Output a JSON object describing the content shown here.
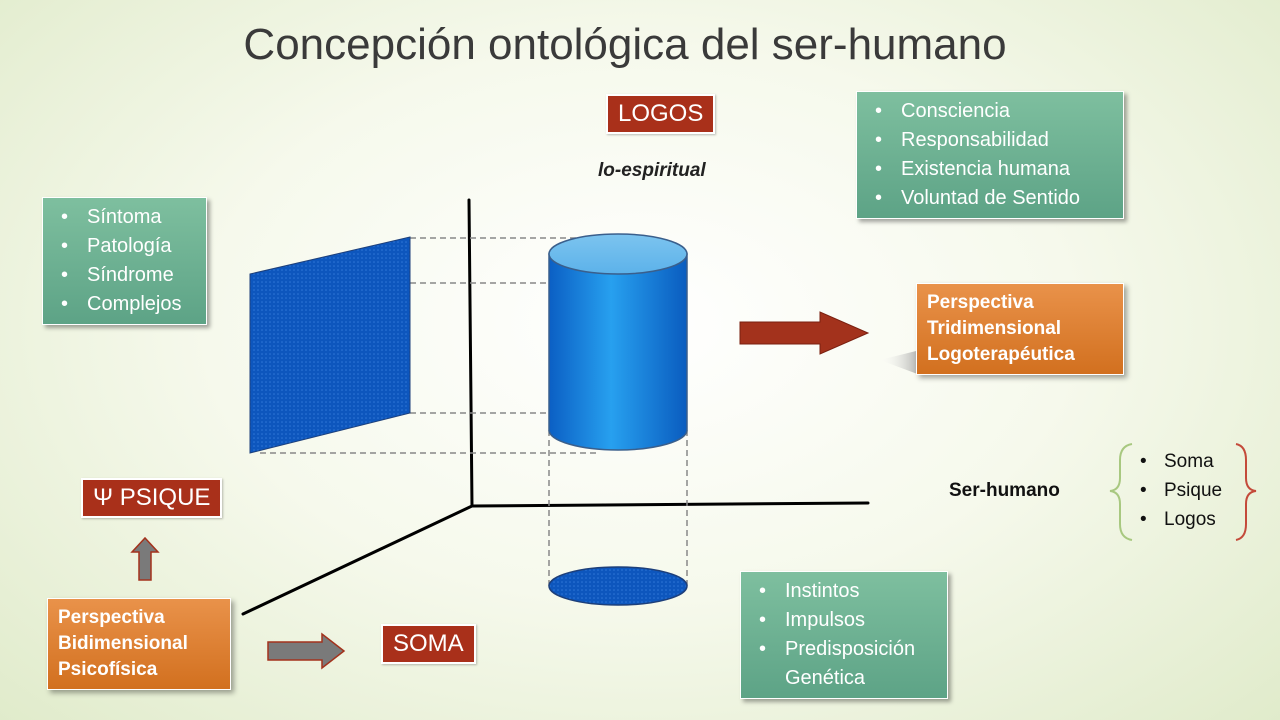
{
  "title": "Concepción ontológica del ser-humano",
  "labels": {
    "logos": "LOGOS",
    "psique": "Ψ PSIQUE",
    "soma": "SOMA",
    "lo_espiritual": "lo-espiritual",
    "ser_humano": "Ser-humano"
  },
  "logos_box": [
    "Consciencia",
    "Responsabilidad",
    "Existencia humana",
    "Voluntad de Sentido"
  ],
  "psique_box": [
    "Síntoma",
    "Patología",
    "Síndrome",
    "Complejos"
  ],
  "soma_box": [
    "Instintos",
    "Impulsos",
    "Predisposición",
    "Genética"
  ],
  "tridimensional": [
    "Perspectiva",
    "Tridimensional",
    "Logoterapéutica"
  ],
  "bidimensional": [
    "Perspectiva",
    "Bidimensional",
    "Psicofísica"
  ],
  "ser_humano_items": [
    "Soma",
    "Psique",
    "Logos"
  ],
  "colors": {
    "red_label": "#a9301a",
    "green_box": "#6faf92",
    "orange_box": "#de7f33",
    "cylinder": "#1a87e0",
    "panel": "#0d56bd",
    "dark_red_arrow": "#a3321c",
    "gray_arrow": "#7a7a7a",
    "bracket": "#c44a3a"
  }
}
